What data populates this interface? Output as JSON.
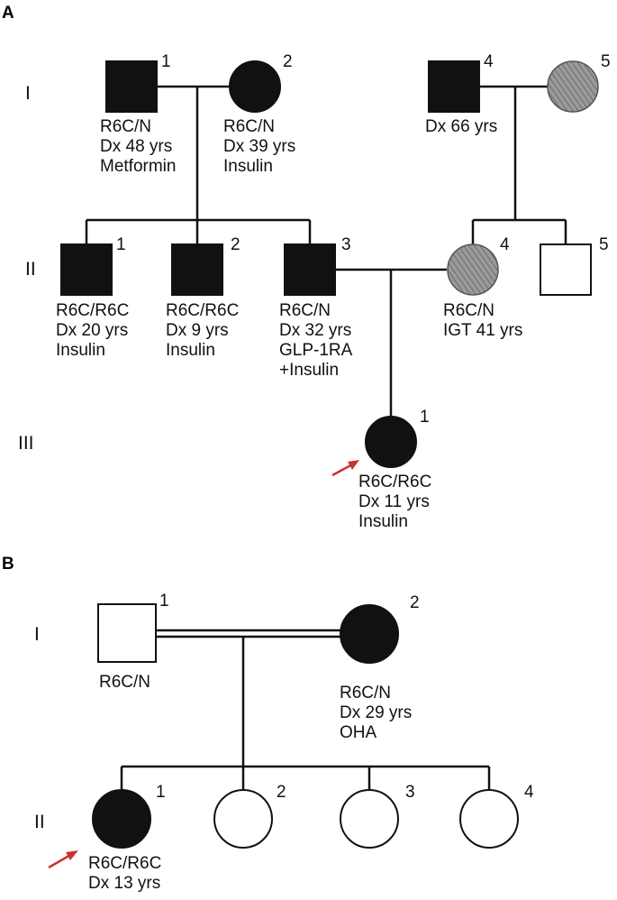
{
  "panels": {
    "a": "A",
    "b": "B"
  },
  "colors": {
    "affected": "#111111",
    "hatched": "#8a8a8a",
    "proband_arrow": "#c8342f"
  },
  "pedigree_a": {
    "generations": [
      "I",
      "II",
      "III"
    ],
    "individuals": {
      "I1": {
        "number": "1",
        "lines": [
          "R6C/N",
          "Dx 48 yrs",
          "Metformin"
        ]
      },
      "I2": {
        "number": "2",
        "lines": [
          "R6C/N",
          "Dx 39 yrs",
          "Insulin"
        ]
      },
      "I4": {
        "number": "4",
        "lines": [
          "Dx 66 yrs"
        ]
      },
      "I5": {
        "number": "5",
        "lines": []
      },
      "II1": {
        "number": "1",
        "lines": [
          "R6C/R6C",
          "Dx 20 yrs",
          "Insulin"
        ]
      },
      "II2": {
        "number": "2",
        "lines": [
          "R6C/R6C",
          "Dx 9 yrs",
          "Insulin"
        ]
      },
      "II3": {
        "number": "3",
        "lines": [
          "R6C/N",
          "Dx 32 yrs",
          "GLP-1RA",
          "+Insulin"
        ]
      },
      "II4": {
        "number": "4",
        "lines": [
          "R6C/N",
          "IGT 41 yrs"
        ]
      },
      "II5": {
        "number": "5",
        "lines": []
      },
      "III1": {
        "number": "1",
        "lines": [
          "R6C/R6C",
          "Dx 11 yrs",
          "Insulin"
        ]
      }
    }
  },
  "pedigree_b": {
    "generations": [
      "I",
      "II"
    ],
    "individuals": {
      "I1": {
        "number": "1",
        "lines": [
          "R6C/N"
        ]
      },
      "I2": {
        "number": "2",
        "lines": [
          "R6C/N",
          "Dx 29 yrs",
          "OHA"
        ]
      },
      "II1": {
        "number": "1",
        "lines": [
          "R6C/R6C",
          "Dx 13 yrs"
        ]
      },
      "II2": {
        "number": "2",
        "lines": []
      },
      "II3": {
        "number": "3",
        "lines": []
      },
      "II4": {
        "number": "4",
        "lines": []
      }
    }
  }
}
